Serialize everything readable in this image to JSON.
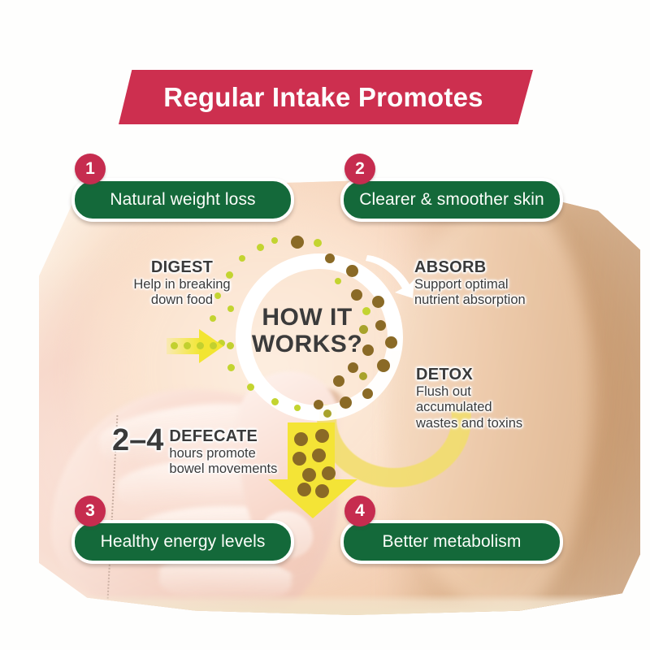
{
  "banner": {
    "title": "Regular Intake Promotes"
  },
  "benefits": [
    {
      "number": "1",
      "label": "Natural weight loss"
    },
    {
      "number": "2",
      "label": "Clearer & smoother skin"
    },
    {
      "number": "3",
      "label": "Healthy energy levels"
    },
    {
      "number": "4",
      "label": "Better metabolism"
    }
  ],
  "center": {
    "line1": "HOW IT",
    "line2": "WORKS?"
  },
  "steps": {
    "digest": {
      "heading": "DIGEST",
      "line1": "Help in breaking",
      "line2": "down food"
    },
    "absorb": {
      "heading": "ABSORB",
      "line1": "Support optimal",
      "line2": "nutrient absorption"
    },
    "detox": {
      "heading": "DETOX",
      "line1": "Flush out",
      "line2": "accumulated",
      "line3": "wastes and toxins"
    },
    "defecate": {
      "big": "2–4",
      "heading": "DEFECATE",
      "line1": "hours promote",
      "line2": "bowel movements"
    }
  },
  "icons": {
    "arrow_right": "arrow-right-icon",
    "arrow_down": "arrow-down-icon",
    "arrow_curve": "curved-arrow-icon"
  },
  "colors": {
    "banner_red": "#cd2f4f",
    "badge_red": "#c62c4f",
    "pill_green": "#14693a",
    "arrow_yellow": "#f4e436",
    "dot_brown": "#8a6a26",
    "dot_green": "#c3d430",
    "text_dark": "#3a3a3a"
  }
}
